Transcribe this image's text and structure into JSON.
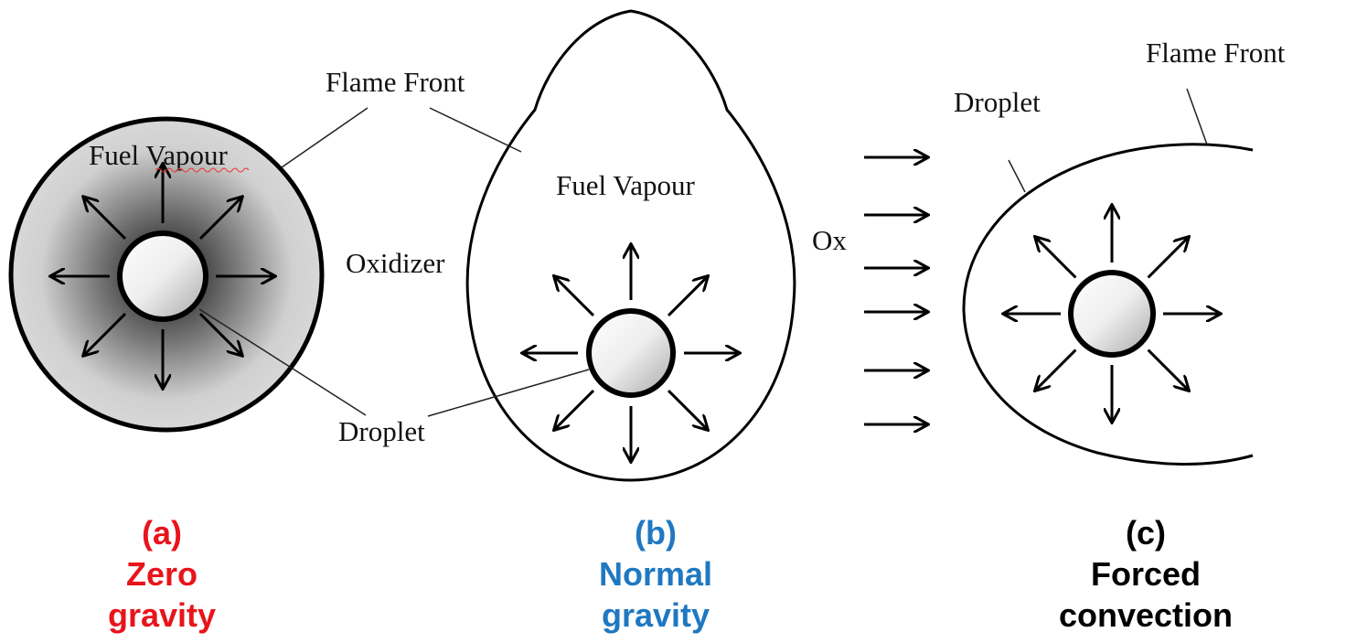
{
  "labels": {
    "flame_front_b": "Flame Front",
    "fuel_vapour_a": "Fuel Vapour",
    "oxidizer": "Oxidizer",
    "droplet_ab": "Droplet",
    "fuel_vapour_b": "Fuel Vapour",
    "ox": "Ox",
    "droplet_c": "Droplet",
    "flame_front_c": "Flame Front"
  },
  "captions": {
    "a": {
      "letter": "(a)",
      "line1": "Zero",
      "line2": "gravity",
      "color": "#e8141b"
    },
    "b": {
      "letter": "(b)",
      "line1": "Normal",
      "line2": "gravity",
      "color": "#1f78c1"
    },
    "c": {
      "letter": "(c)",
      "line1": "Forced",
      "line2": "convection",
      "color": "#000000"
    }
  }
}
